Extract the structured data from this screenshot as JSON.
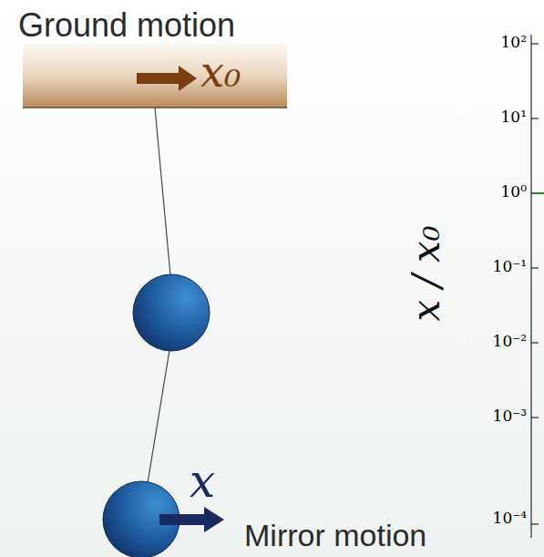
{
  "diagram": {
    "labels": [
      "Ground motion",
      "x₀",
      "x",
      "Mirror motion",
      "x / x₀",
      "10²",
      "10¹",
      "10⁰",
      "10⁻¹",
      "10⁻²",
      "10⁻³",
      "10⁻⁴"
    ]
  }
}
